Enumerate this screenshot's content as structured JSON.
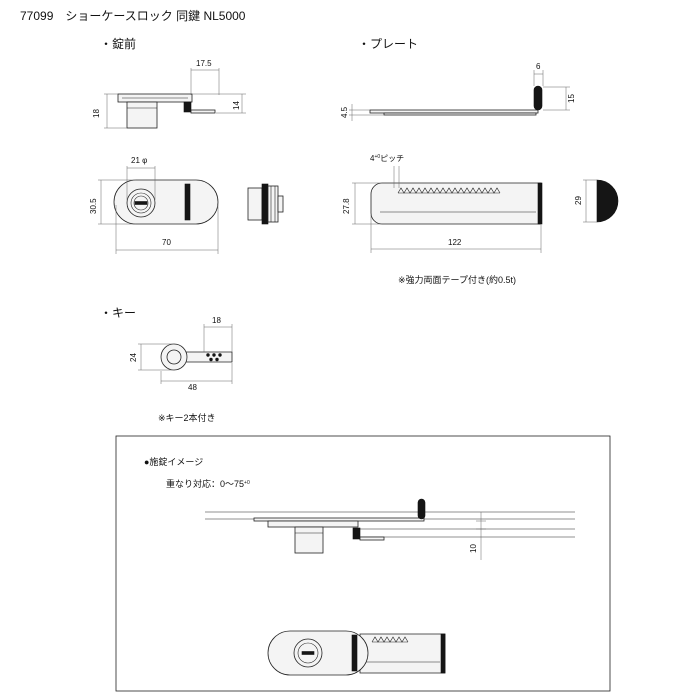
{
  "title": "77099　ショーケースロック 同鍵 NL5000",
  "sections": {
    "lock": "・錠前",
    "plate": "・プレート",
    "key": "・キー"
  },
  "lock_dims": {
    "width_top": "17.5",
    "height_left": "18",
    "height_right": "14",
    "diameter": "21 φ",
    "height_front": "30.5",
    "length": "70"
  },
  "plate_dims": {
    "top_width": "6",
    "thickness": "4.5",
    "tab_height": "15",
    "pitch_value": "4",
    "pitch_sup": "+0",
    "pitch_label": "ピッチ",
    "inner_height": "27.8",
    "outer_height": "29",
    "length": "122"
  },
  "plate_note": "※強力両面テープ付き(約0.5t)",
  "key_dims": {
    "blade": "18",
    "height": "24",
    "length": "48"
  },
  "key_note": "※キー2本付き",
  "image_box": {
    "title": "●施錠イメージ",
    "overlap_label": "重なり対応：0～75",
    "overlap_sup": "+0",
    "gap": "10"
  }
}
